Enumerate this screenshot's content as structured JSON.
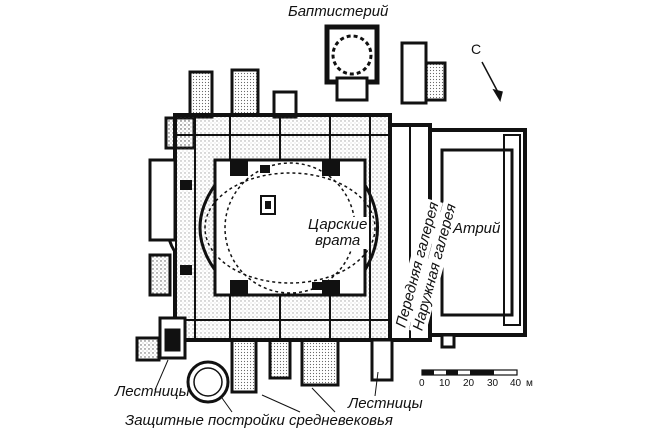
{
  "labels": {
    "baptistery": "Баптистерий",
    "north": "С",
    "royal_gates_line1": "Царские",
    "royal_gates_line2": "врата",
    "front_gallery": "Передняя галерея",
    "outer_gallery": "Наружная галерея",
    "atrium": "Атрий",
    "stairs_left": "Лестницы",
    "stairs_right": "Лестницы",
    "defensive_structures": "Защитные постройки средневековья"
  },
  "scale": {
    "ticks": [
      "0",
      "10",
      "20",
      "30",
      "40"
    ],
    "unit": "м"
  },
  "colors": {
    "ink": "#111111",
    "paper": "#ffffff",
    "hatch": "#777777"
  }
}
